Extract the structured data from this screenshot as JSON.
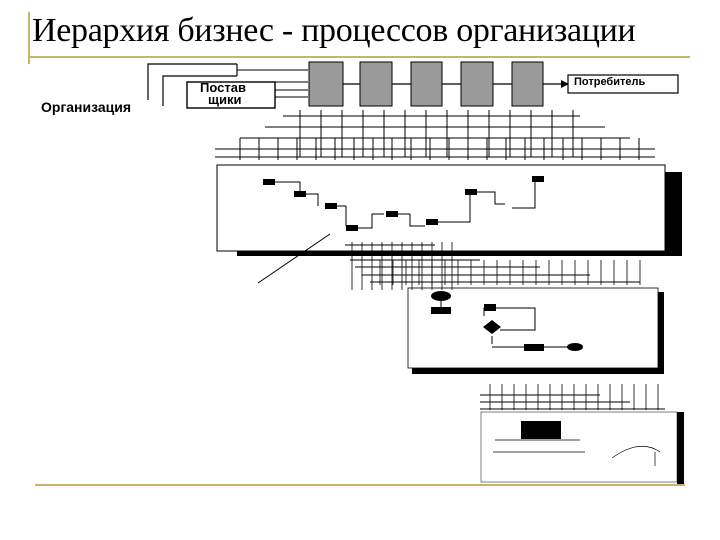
{
  "slide": {
    "title": "Иерархия бизнес - процессов организации"
  },
  "diagram": {
    "organization_label": "Организация",
    "suppliers_label_line1": "Постав",
    "suppliers_label_line2": "щики",
    "consumer_label": "Потребитель"
  },
  "colors": {
    "accent_rule": "#c9b46a",
    "process_box_fill": "#9a9a9a",
    "ink": "#000000"
  }
}
